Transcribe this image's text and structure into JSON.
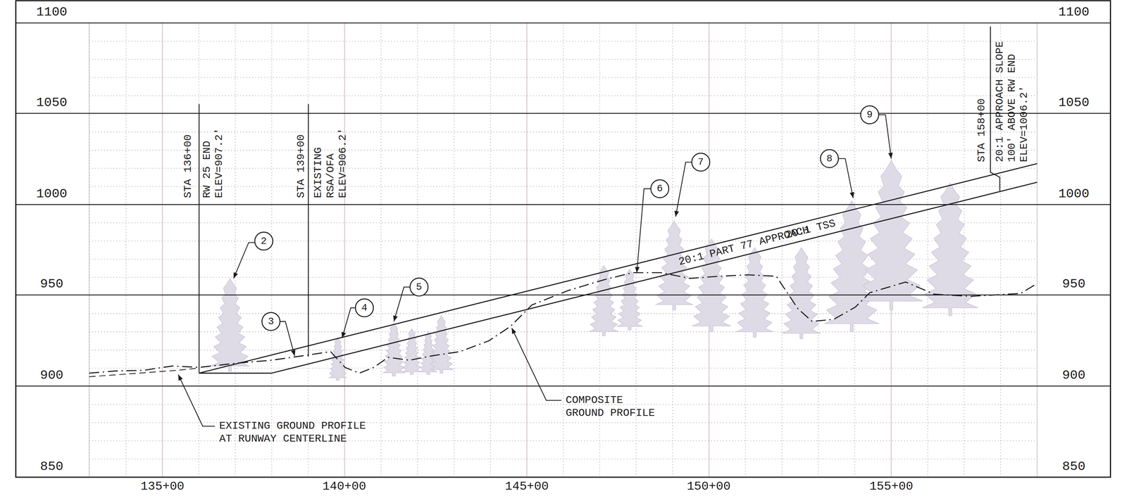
{
  "diagram": {
    "labels": [
      "1100",
      "1100",
      "1050",
      "1050",
      "1000",
      "1000",
      "950",
      "950",
      "900",
      "900",
      "850",
      "850",
      "135+00",
      "140+00",
      "145+00",
      "150+00",
      "155+00",
      "STA 136+00",
      "RW 25 END",
      "ELEV=907.2'",
      "STA 139+00",
      "EXISTING",
      "RSA/OFA",
      "ELEV=906.2'",
      "STA 158+00",
      "20:1 APPROACH SLOPE",
      "100' ABOVE RW END",
      "ELEV=1006.2'",
      "2",
      "3",
      "4",
      "5",
      "6",
      "7",
      "8",
      "9",
      "20:1 TSS",
      "20:1 PART 77 APPROACH",
      "COMPOSITE GROUND PROFILE",
      "EXISTING GROUND PROFILE AT RUNWAY CENTERLINE"
    ]
  }
}
